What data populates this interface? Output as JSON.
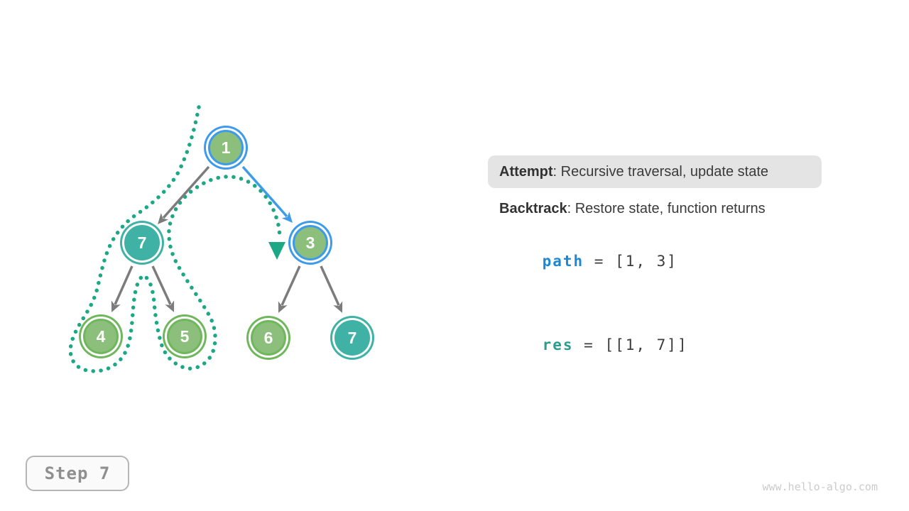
{
  "colors": {
    "green_fill": "#8CBF7B",
    "green_ring": "#6FB75D",
    "teal": "#3FB2A5",
    "blue": "#3E9BEA",
    "gray_edge": "#7C7C7C",
    "trail": "#1CA885",
    "path_blue": "#1D87D1",
    "res_teal": "#2A9D8F",
    "text": "#3A3A3A",
    "highlight": "#E4E4E4",
    "step_text": "#8F8F8F",
    "step_border": "#B5B5B5",
    "step_bg": "#FAFAFA",
    "watermark": "#CBCBCB"
  },
  "diagram": {
    "nodes": [
      {
        "label": "1",
        "fill": "green",
        "ring": "blue"
      },
      {
        "label": "7",
        "fill": "teal",
        "ring": "teal"
      },
      {
        "label": "3",
        "fill": "green",
        "ring": "blue"
      },
      {
        "label": "4",
        "fill": "green",
        "ring": "green"
      },
      {
        "label": "5",
        "fill": "green",
        "ring": "green"
      },
      {
        "label": "6",
        "fill": "green",
        "ring": "green"
      },
      {
        "label": "7",
        "fill": "teal",
        "ring": "teal"
      }
    ],
    "edges": [
      {
        "from": "1",
        "to": "7",
        "highlighted": false
      },
      {
        "from": "1",
        "to": "3",
        "highlighted": true
      },
      {
        "from": "7",
        "to": "4",
        "highlighted": false
      },
      {
        "from": "7",
        "to": "5",
        "highlighted": false
      },
      {
        "from": "3",
        "to": "6",
        "highlighted": false
      },
      {
        "from": "3",
        "to": "7",
        "highlighted": false
      }
    ]
  },
  "panel": {
    "attempt_label": "Attempt",
    "attempt_text": ": Recursive traversal, update state",
    "backtrack_label": "Backtrack",
    "backtrack_text": ": Restore state, function returns",
    "path_var": "path",
    "path_value": " = [1, 3]",
    "res_var": "res",
    "res_value": " = [[1, 7]]"
  },
  "step": {
    "label": "Step 7"
  },
  "footer": {
    "watermark": "www.hello-algo.com"
  }
}
